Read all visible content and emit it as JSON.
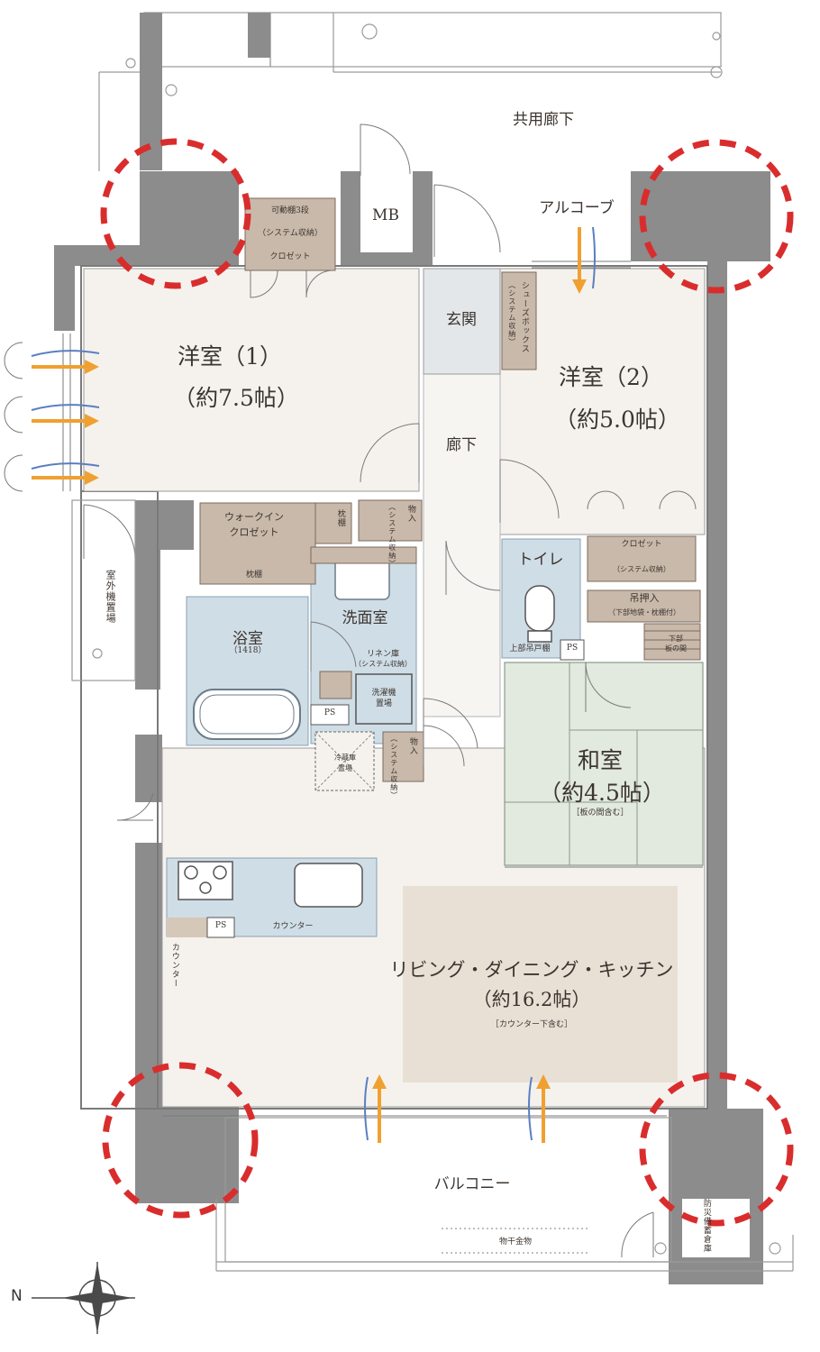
{
  "rooms": {
    "western1": {
      "name": "洋室（1）",
      "size": "（約7.5帖）"
    },
    "western2": {
      "name": "洋室（2）",
      "size": "（約5.0帖）"
    },
    "japanese": {
      "name": "和室",
      "size": "（約4.5帖）",
      "note": "［板の間含む］"
    },
    "ldk": {
      "name": "リビング・ダイニング・キッチン",
      "size": "（約16.2帖）",
      "note": "［カウンター下含む］"
    },
    "bath": {
      "name": "浴室",
      "size": "（1418）"
    },
    "washroom": {
      "name": "洗面室"
    },
    "toilet": {
      "name": "トイレ"
    },
    "entrance": {
      "name": "玄関"
    },
    "hallway": {
      "name": "廊下"
    }
  },
  "storage": {
    "closet1_shelf": "可動棚3段",
    "closet1_system": "（システム収納）",
    "closet1_name": "クロゼット",
    "shoebox": "シューズボックス",
    "shoebox_system": "（システム収納）",
    "walkin_line1": "ウォークイン",
    "walkin_line2": "クロゼット",
    "walkin_shelf": "枕棚",
    "walkin_side": "枕棚",
    "storage1": "物入",
    "storage1_system": "（システム収納）",
    "closet2_name": "クロゼット",
    "closet2_system": "（システム収納）",
    "hanging": "吊押入",
    "hanging_sub": "（下部地袋・枕棚付）",
    "lower_board": "下部",
    "lower_board2": "板の間",
    "linen": "リネン庫",
    "linen_system": "（システム収納）",
    "washer_line1": "洗濯機",
    "washer_line2": "置場",
    "fridge_line1": "冷蔵庫",
    "fridge_line2": "置場",
    "storage2": "物入",
    "storage2_system": "（システム収納）",
    "toilet_cabinet": "上部吊戸棚"
  },
  "fixtures": {
    "ps1": "PS",
    "ps2": "PS",
    "ps3": "PS",
    "counter": "カウンター",
    "counter_side": "カウンター",
    "mb": "MB"
  },
  "exterior": {
    "corridor": "共用廊下",
    "alcove": "アルコーブ",
    "balcony": "バルコニー",
    "drying_rack": "物干金物",
    "outdoor_unit": "室外機置場",
    "disaster_storage": "防災備蓄倉庫"
  },
  "compass": {
    "north": "N"
  },
  "colors": {
    "wall": "#8c8c8c",
    "room": "#f5f2ee",
    "wet": "#cfdde6",
    "entrance": "#e4e7e9",
    "tatami": "#e2e9df",
    "storage": "#c9b9aa",
    "ldk_rug": "#e8e0d5",
    "airflow": "#f0a030",
    "airflow_blue": "#5a7fc0",
    "circle": "#d92d2d"
  }
}
